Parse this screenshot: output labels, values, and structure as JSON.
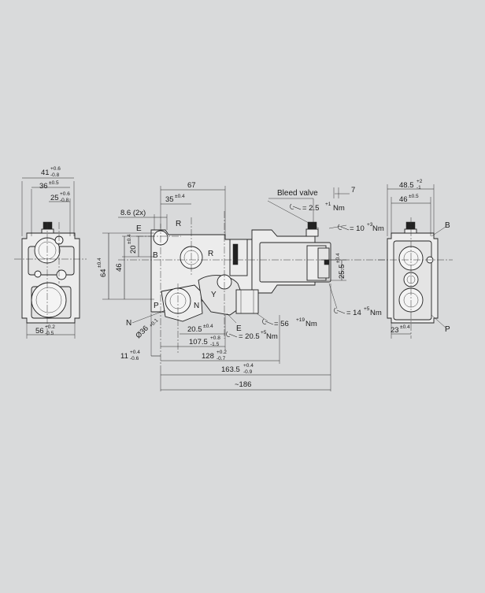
{
  "side_view_left": {
    "dim_top": "41",
    "dim_top_tol_up": "+0.6",
    "dim_top_tol_dn": "-0.8",
    "dim_second": "36",
    "dim_second_tol": "±0.5",
    "dim_third": "25",
    "dim_third_tol_up": "+0.6",
    "dim_third_tol_dn": "-0.8",
    "dim_bottom": "56",
    "dim_bottom_tol_up": "+0.2",
    "dim_bottom_tol_dn": "-0.5"
  },
  "front_view": {
    "dim_67": "67",
    "dim_35": "35",
    "dim_35_tol": "±0.4",
    "dim_8_6": "8.6 (2x)",
    "dim_20": "20",
    "dim_20_tol": "±0.4",
    "dim_46": "46",
    "dim_64": "64",
    "dim_64_tol": "±0.4",
    "dim_36_dia": "Ø36",
    "dim_36_dia_tol": "+0.1",
    "dim_20_5a": "20.5",
    "dim_20_5a_tol": "±0.4",
    "dim_20_5b": "= 20.5",
    "dim_20_5b_tol": "+5",
    "dim_20_5b_unit": "Nm",
    "dim_107_5": "107.5",
    "dim_107_5_tol_up": "+0.8",
    "dim_107_5_tol_dn": "-1.5",
    "dim_11": "11",
    "dim_11_tol_up": "+0.4",
    "dim_11_tol_dn": "-0.6",
    "dim_128": "128",
    "dim_128_tol_up": "+0.2",
    "dim_128_tol_dn": "-0.7",
    "dim_163_5": "163.5",
    "dim_163_5_tol_up": "+0.4",
    "dim_163_5_tol_dn": "-0.9",
    "dim_186": "~186",
    "torque_56": "= 56",
    "torque_56_tol": "+19",
    "torque_56_unit": "Nm",
    "bleed_valve": "Bleed valve",
    "dim_7": "7",
    "torque_2_5": "= 2.5",
    "torque_2_5_tol": "+1",
    "torque_2_5_unit": "Nm",
    "torque_10": "= 10",
    "torque_10_tol": "+3",
    "torque_10_unit": "Nm",
    "dim_25_5": "25.5",
    "dim_25_5_tol": "±0.4",
    "torque_14": "= 14",
    "torque_14_tol": "+5",
    "torque_14_unit": "Nm",
    "port_labels": {
      "E_top": "E",
      "R_top": "R",
      "B": "B",
      "R": "R",
      "P": "P",
      "N_inner": "N",
      "Y": "Y",
      "N_outer": "N",
      "E_bottom": "E"
    }
  },
  "side_view_right": {
    "dim_48_5": "48.5",
    "dim_48_5_tol_up": "+2",
    "dim_48_5_tol_dn": "-1",
    "dim_46": "46",
    "dim_46_tol": "±0.5",
    "dim_23": "23",
    "dim_23_tol": "±0.4",
    "label_B": "B",
    "label_P": "P"
  }
}
